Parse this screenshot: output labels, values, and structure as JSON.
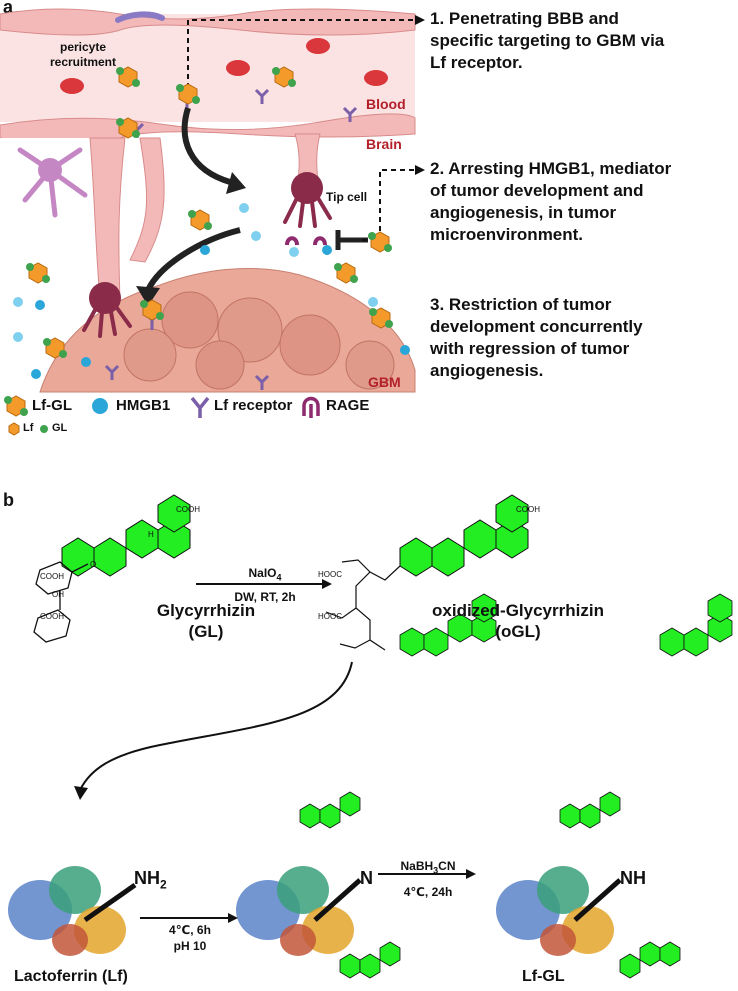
{
  "panel_a": {
    "letter": "a",
    "labels": {
      "pericyte": "pericyte recruitment",
      "blood": "Blood",
      "brain": "Brain",
      "tip_cell": "Tip cell",
      "gbm": "GBM"
    },
    "steps": [
      "1. Penetrating BBB and",
      "specific targeting to GBM via",
      "Lf receptor.",
      "2. Arresting HMGB1, mediator",
      "of tumor development and",
      "angiogenesis, in tumor",
      "microenvironment.",
      "3. Restriction of tumor",
      "development concurrently",
      "with regression of tumor",
      "angiogenesis."
    ],
    "legend": {
      "lfgl": "Lf-GL",
      "hmgb1": "HMGB1",
      "lf_receptor": "Lf receptor",
      "rage": "RAGE",
      "lf": "Lf",
      "gl": "GL"
    }
  },
  "panel_b": {
    "letter": "b",
    "glycyrrhizin": [
      "Glycyrrhizin",
      "(GL)"
    ],
    "oxidized": [
      "oxidized-Glycyrrhizin",
      "(oGL)"
    ],
    "reagent1_top": "NaIO",
    "reagent1_sub": "4",
    "reagent1_bottom": "DW, RT, 2h",
    "cond2_line1": "4℃, 6h",
    "cond2_line2": "pH 10",
    "reagent3_top_a": "NaBH",
    "reagent3_sub": "3",
    "reagent3_top_b": "CN",
    "reagent3_bottom": "4℃, 24h",
    "nh2": "NH",
    "nh2_sub": "2",
    "n": "N",
    "nh": "NH",
    "cooh": "COOH",
    "oh": "OH",
    "o": "O",
    "h": "H",
    "hooc": "HOOC",
    "lactoferrin": "Lactoferrin (Lf)",
    "lfgl": "Lf-GL"
  },
  "colors": {
    "blood": "#f7cfcf",
    "vessel": "#efa8a8",
    "tumor": "#e8a090",
    "lf_orange": "#f39a2b",
    "gl_green": "#3fa34d",
    "hmgb1_blue": "#2aa6d8",
    "receptor_purple": "#7b5fa8",
    "rage_purple": "#8e2a6e",
    "steroid_green": "#22ee22",
    "label_red": "#b3202a"
  }
}
